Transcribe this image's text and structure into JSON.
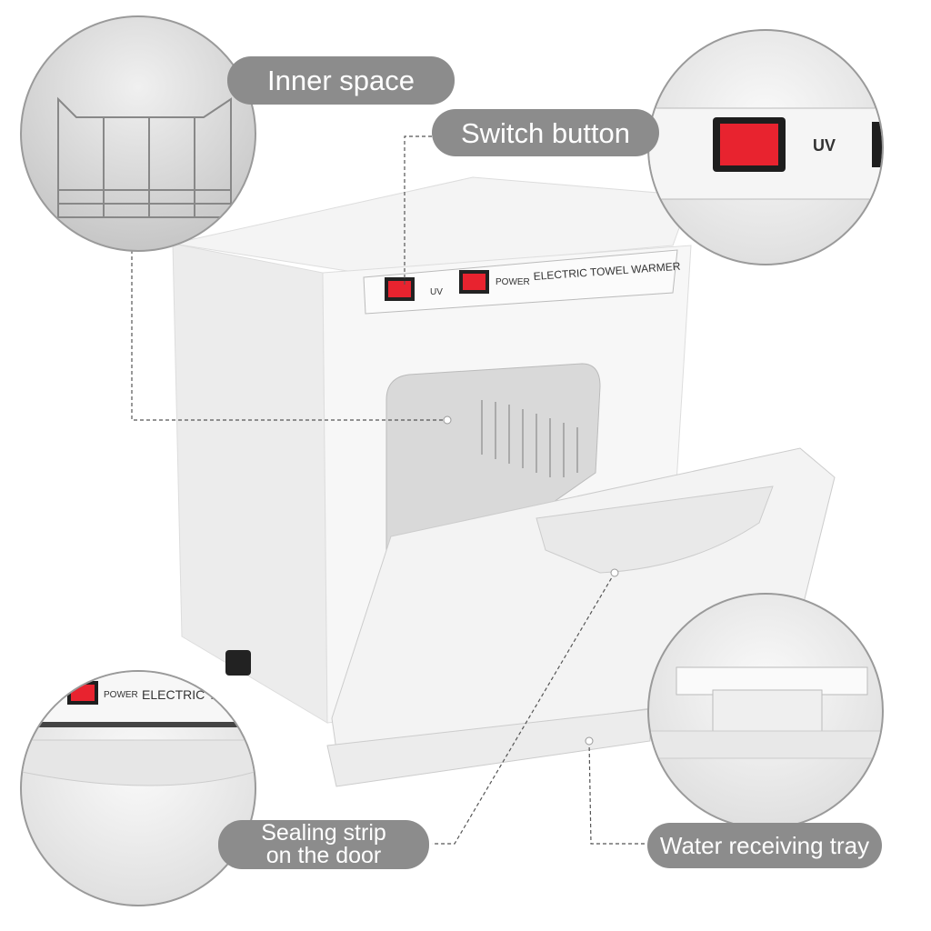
{
  "labels": {
    "inner_space": "Inner space",
    "switch_button": "Switch button",
    "sealing_strip_line1": "Sealing strip",
    "sealing_strip_line2": "on the door",
    "water_tray": "Water receiving tray"
  },
  "panel": {
    "uv": "UV",
    "power": "POWER",
    "product_name": "ELECTRIC TOWEL WARMER"
  },
  "insets": {
    "switch_uv": "UV",
    "door_power": "POWER",
    "door_partial_name": "ELECTRIC TOV"
  },
  "colors": {
    "label_bg": "#8c8c8c",
    "switch_red": "#e8232f",
    "body_white": "#f2f2f2"
  }
}
